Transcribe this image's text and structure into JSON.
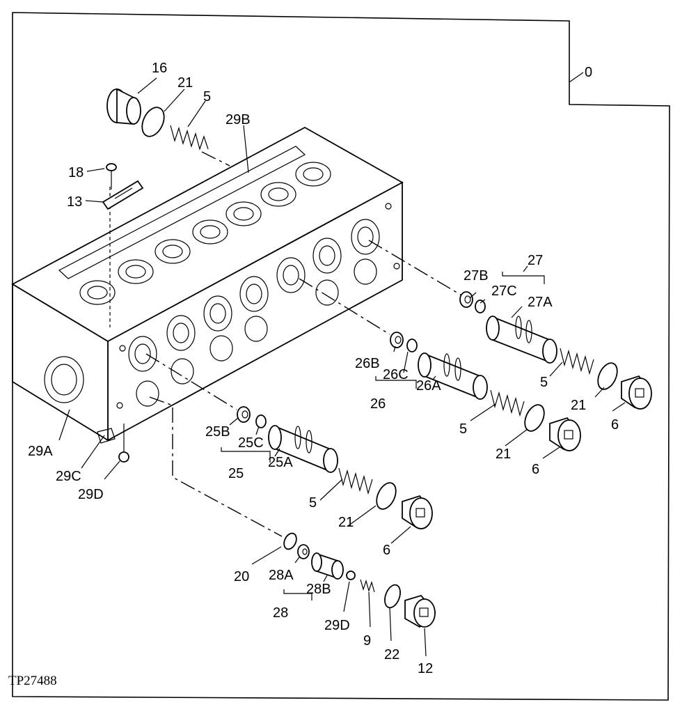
{
  "figure_id": "TP27488",
  "callouts": {
    "c0": "0",
    "c16": "16",
    "c21_top": "21",
    "c5_top": "5",
    "c29B": "29B",
    "c18": "18",
    "c13": "13",
    "c27": "27",
    "c27B": "27B",
    "c27C": "27C",
    "c27A": "27A",
    "c26B": "26B",
    "c26C": "26C",
    "c26A": "26A",
    "c26": "26",
    "c5_r1": "5",
    "c21_r1": "21",
    "c6_r1": "6",
    "c5_r2": "5",
    "c21_r2": "21",
    "c6_r2": "6",
    "c29A": "29A",
    "c29C": "29C",
    "c29D_left": "29D",
    "c25B": "25B",
    "c25C": "25C",
    "c25A": "25A",
    "c25": "25",
    "c5_r3": "5",
    "c21_r3": "21",
    "c6_r3": "6",
    "c20": "20",
    "c28A": "28A",
    "c28B": "28B",
    "c28": "28",
    "c29D_bottom": "29D",
    "c9": "9",
    "c22": "22",
    "c12": "12"
  }
}
